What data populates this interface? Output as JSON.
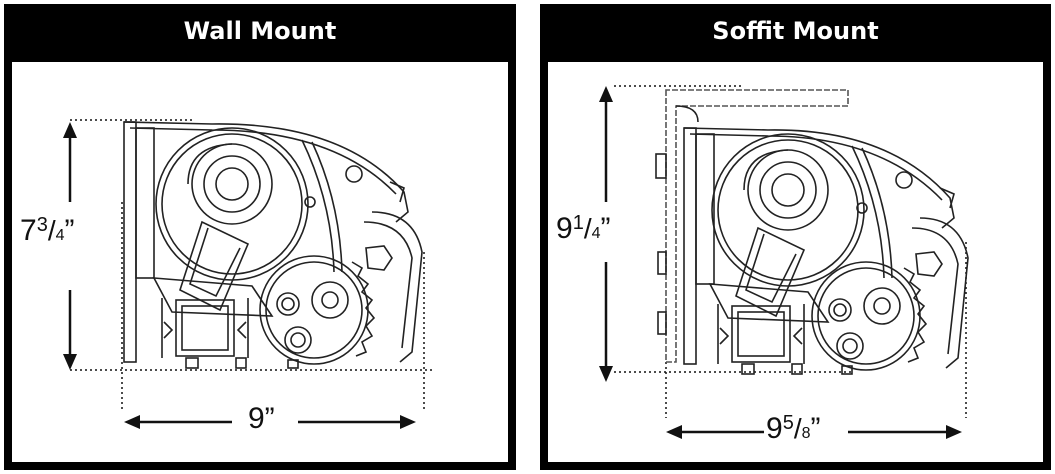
{
  "wall": {
    "title": "Wall Mount",
    "height_label": {
      "whole": "7",
      "num": "3",
      "den": "4",
      "unit": "”"
    },
    "width_label": "9”"
  },
  "soffit": {
    "title": "Soffit Mount",
    "height_label": {
      "whole": "9",
      "num": "1",
      "den": "4",
      "unit": "”"
    },
    "width_label": {
      "whole": "9",
      "num": "5",
      "den": "8",
      "unit": "”"
    }
  },
  "colors": {
    "frame": "#000000",
    "line": "#111111"
  }
}
